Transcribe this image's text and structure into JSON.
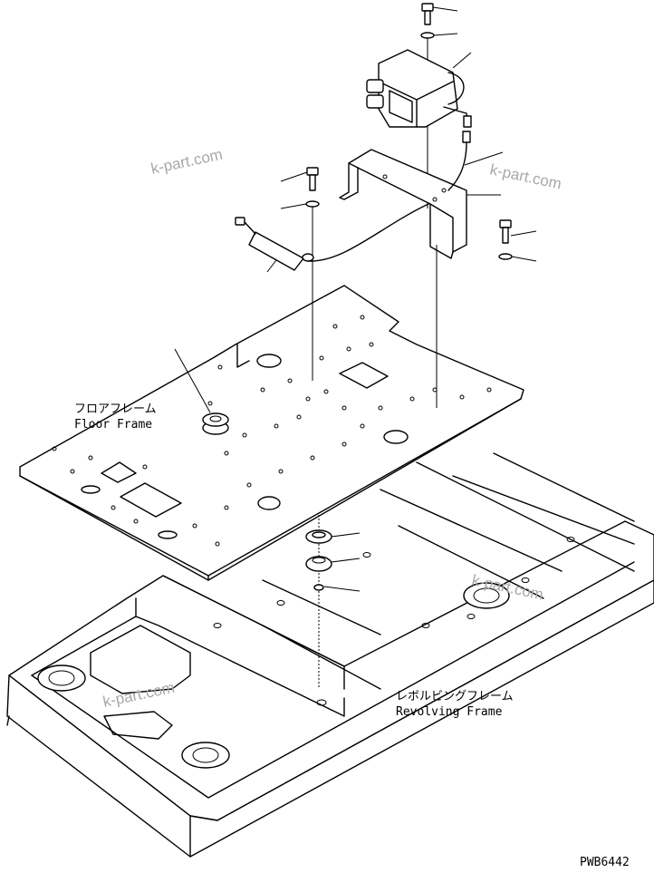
{
  "labels": {
    "floor_frame_jp": "フロアフレーム",
    "floor_frame_en": "Floor Frame",
    "revolving_frame_jp": "レボルビングフレーム",
    "revolving_frame_en": "Revolving Frame",
    "drawing_code": "PWB6442"
  },
  "watermark": "k-part.com"
}
